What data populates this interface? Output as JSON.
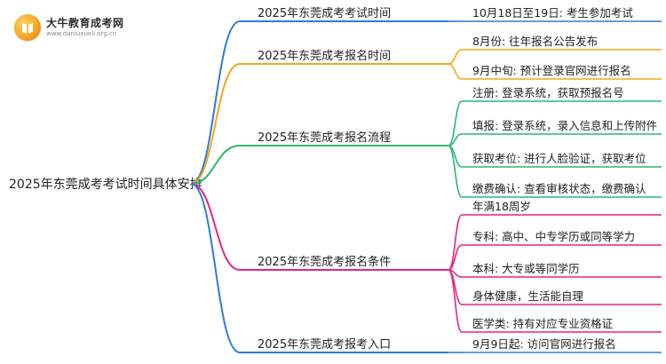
{
  "logo": {
    "title": "大牛教育成考网",
    "url": "www.daniuxueli.org.cn"
  },
  "colors": {
    "exam_time": "#2f7bd9",
    "registration_time": "#f0a81b",
    "process": "#2bb673",
    "conditions": "#e8247e",
    "entrance": "#2f7bd9",
    "root_text": "#222222"
  },
  "mindmap": {
    "root": "2025年东莞成考考试时间具体安排",
    "branches": [
      {
        "key": "exam_time",
        "label": "2025年东莞成考考试时间",
        "children": [
          "10月18日至19日: 考生参加考试"
        ]
      },
      {
        "key": "registration_time",
        "label": "2025年东莞成考报名时间",
        "children": [
          "8月份: 往年报名公告发布",
          "9月中旬: 预计登录官网进行报名"
        ]
      },
      {
        "key": "process",
        "label": "2025年东莞成考报名流程",
        "children": [
          "注册: 登录系统，获取预报名号",
          "填报: 登录系统，录入信息和上传附件",
          "获取考位: 进行人脸验证，获取考位",
          "缴费确认: 查看审核状态，缴费确认"
        ]
      },
      {
        "key": "conditions",
        "label": "2025年东莞成考报名条件",
        "children": [
          "年满18周岁",
          "专科: 高中、中专学历或同等学力",
          "本科: 大专或等同学历",
          "身体健康，生活能自理",
          "医学类: 持有对应专业资格证"
        ]
      },
      {
        "key": "entrance",
        "label": "2025年东莞成考报考入口",
        "children": [
          "9月9日起: 访问官网进行报名"
        ]
      }
    ]
  }
}
